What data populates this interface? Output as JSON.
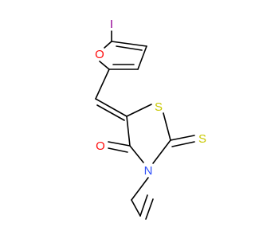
{
  "molecule": {
    "atoms": [
      {
        "id": "iodine",
        "label": "I",
        "color": "#940094"
      },
      {
        "id": "furan-oxygen",
        "label": "O",
        "color": "#ff0d0d"
      },
      {
        "id": "thiazolidine-sulfur",
        "label": "S",
        "color": "#c8c800"
      },
      {
        "id": "thione-sulfur",
        "label": "S",
        "color": "#c8c800"
      },
      {
        "id": "carbonyl-oxygen",
        "label": "O",
        "color": "#ff0d0d"
      },
      {
        "id": "ring-nitrogen",
        "label": "N",
        "color": "#3050f8"
      }
    ],
    "bond_color": "#000000"
  }
}
